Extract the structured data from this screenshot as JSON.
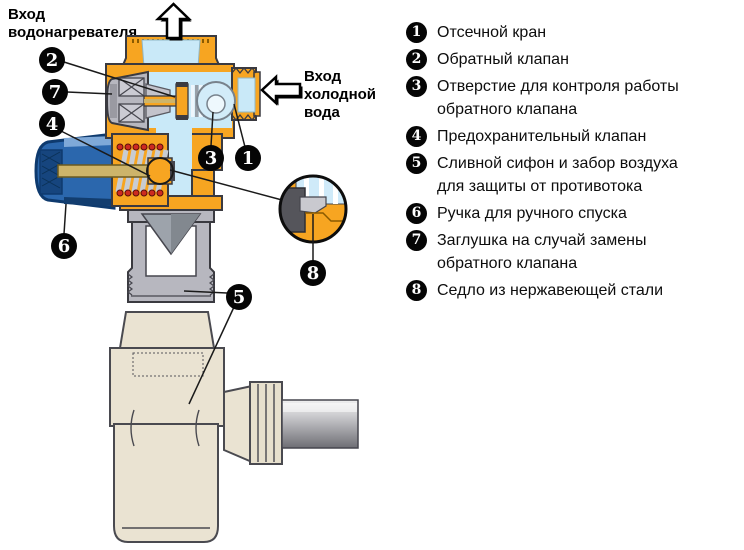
{
  "title_labels": {
    "heater_inlet_lines": [
      "Вход",
      "водонагревателя"
    ],
    "cold_water_lines": [
      "Вход",
      "холодной",
      "вода"
    ]
  },
  "legend": {
    "items": [
      {
        "num": "1",
        "lines": [
          "Отсечной кран"
        ]
      },
      {
        "num": "2",
        "lines": [
          "Обратный клапан"
        ]
      },
      {
        "num": "3",
        "lines": [
          "Отверстие для контроля работы",
          "обратного клапана"
        ]
      },
      {
        "num": "4",
        "lines": [
          "Предохранительный клапан"
        ]
      },
      {
        "num": "5",
        "lines": [
          "Сливной сифон и забор воздуха",
          "для защиты от противотока"
        ]
      },
      {
        "num": "6",
        "lines": [
          "Ручка для ручного спуска"
        ]
      },
      {
        "num": "7",
        "lines": [
          "Заглушка на случай замены",
          "обратного клапана"
        ]
      },
      {
        "num": "8",
        "lines": [
          "Седло из нержавеющей стали"
        ]
      }
    ]
  },
  "colors": {
    "brass": "#F7A521",
    "water_blue": "#C9E9F8",
    "metal_gray": "#B7B7BF",
    "knob_blue": "#2B67AD",
    "knob_dark_blue": "#0E3A6E",
    "spring_red": "#CE2B20",
    "stem_tan": "#CDB46A",
    "siphon_beige": "#EAE3D2",
    "callout_black": "#050505"
  }
}
